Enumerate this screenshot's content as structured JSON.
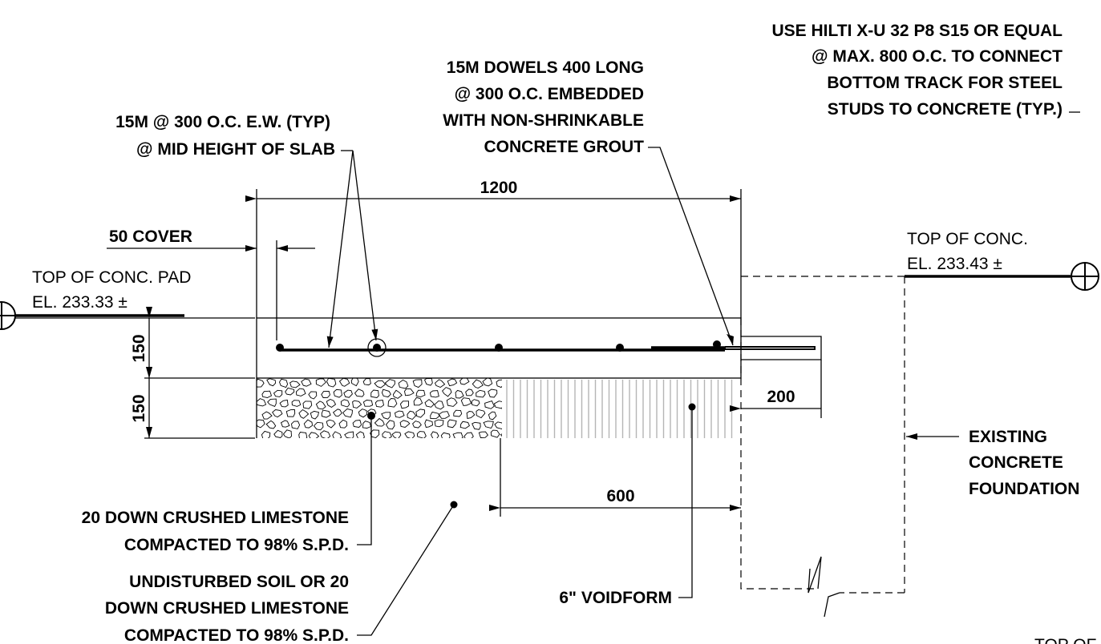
{
  "notes": {
    "hilti": [
      "USE HILTI X-U 32 P8 S15 OR EQUAL",
      "@ MAX. 800 O.C. TO CONNECT",
      "BOTTOM TRACK FOR STEEL",
      "STUDS TO CONCRETE (TYP.)"
    ],
    "dowels": [
      "15M DOWELS 400 LONG",
      "@ 300 O.C. EMBEDDED",
      "WITH NON-SHRINKABLE",
      "CONCRETE GROUT"
    ],
    "rebar": [
      "15M @ 300 O.C. E.W. (TYP)",
      "@ MID HEIGHT OF SLAB"
    ],
    "cover": "50 COVER",
    "top_pad": [
      "TOP OF CONC. PAD",
      "EL. 233.33 ±"
    ],
    "top_conc": [
      "TOP OF CONC.",
      "EL. 233.43 ±"
    ],
    "existing": [
      "EXISTING",
      "CONCRETE",
      "FOUNDATION"
    ],
    "limestone": [
      "20 DOWN CRUSHED LIMESTONE",
      "COMPACTED TO 98% S.P.D."
    ],
    "undisturbed": [
      "UNDISTURBED SOIL OR 20",
      "DOWN CRUSHED LIMESTONE",
      "COMPACTED TO 98% S.P.D."
    ],
    "voidform": "6\" VOIDFORM",
    "cutoff": "TOP OF"
  },
  "dimensions": {
    "width": "1200",
    "slab_thickness": "150",
    "base_thickness": "150",
    "projection": "200",
    "voidform_width": "600"
  }
}
